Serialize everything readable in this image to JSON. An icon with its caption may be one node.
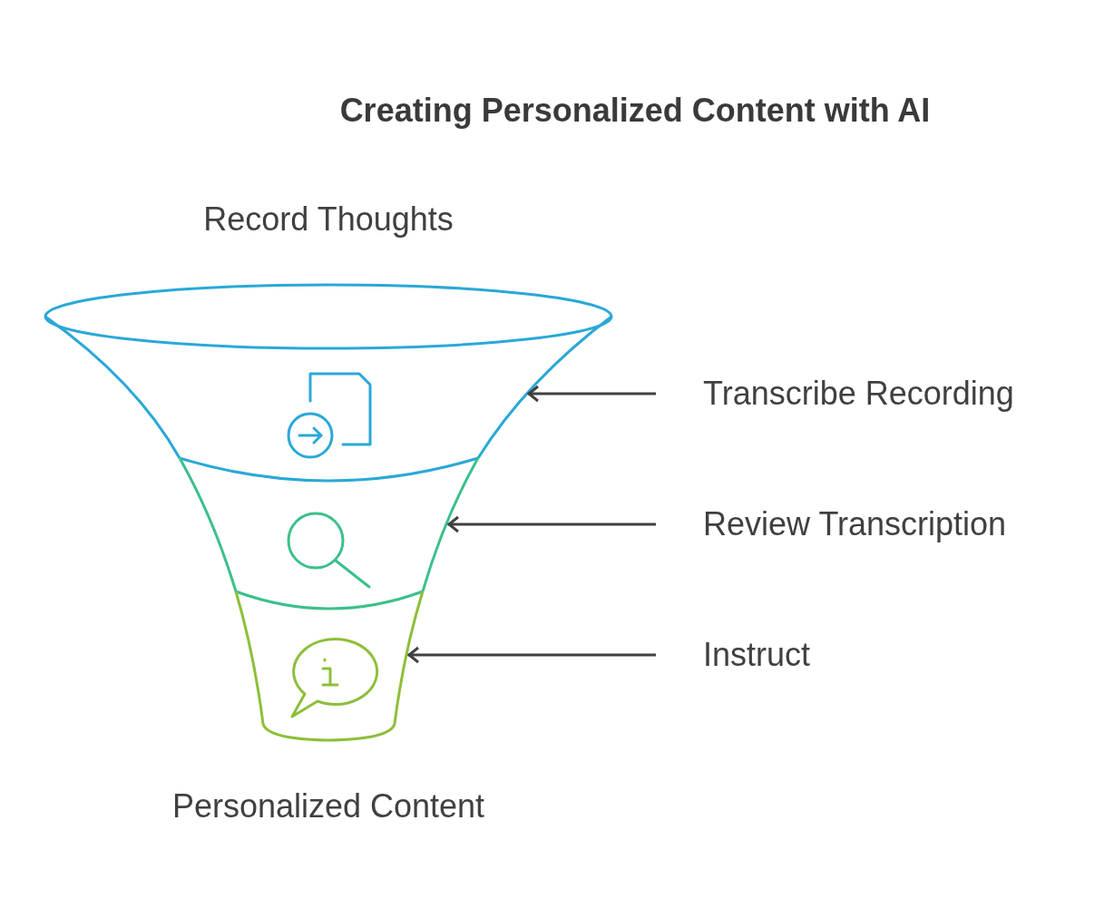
{
  "diagram": {
    "title": "Creating Personalized Content with AI",
    "nodes": [
      {
        "text": [],
        "shape": "band"
      },
      {
        "text": [],
        "shape": "band"
      },
      {
        "text": [],
        "shape": "band"
      },
      {
        "text": [
          "Transcribe Recording"
        ]
      },
      {
        "text": [
          "Review Transcription"
        ]
      },
      {
        "text": [
          "Instruct"
        ]
      }
    ],
    "edges": [
      {
        "from": 3,
        "to": 0,
        "arrow": "to"
      },
      {
        "from": 4,
        "to": 1,
        "arrow": "to"
      },
      {
        "from": 5,
        "to": 2,
        "arrow": "to"
      }
    ],
    "labels": [
      "Record Thoughts",
      "Personalized Content"
    ]
  }
}
